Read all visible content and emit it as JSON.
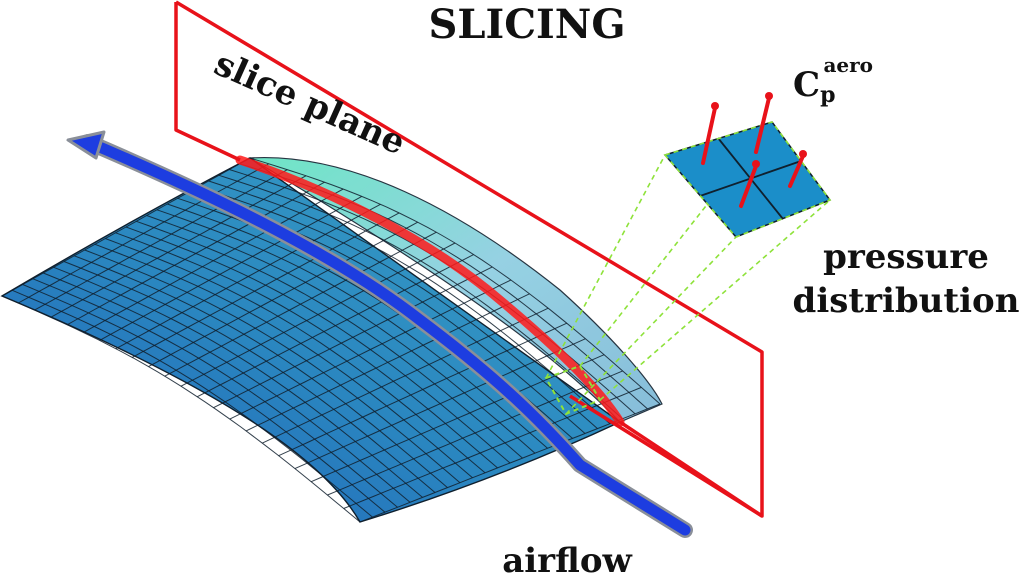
{
  "title": "SLICING",
  "labels": {
    "slice_plane": "slice plane",
    "cp_main": "C",
    "cp_sub": "p",
    "cp_sup": "aero",
    "pressure": "pressure",
    "distribution": "distribution",
    "airflow": "airflow"
  },
  "colors": {
    "surface": "#2a86c0",
    "surface_highlight": "#7fc9d8",
    "surface_accent": "#5fe3c0",
    "edge_dark": "#1a5aa0",
    "mesh": "#10202e",
    "slice_plane": "#e8121a",
    "slice_line": "#ff1a1a",
    "airflow_fill": "#1d3de0",
    "airflow_edge": "#8a8f99",
    "pressure_patch": "#1b8ec9",
    "leader": "#8ee23a",
    "vector": "#e8121a"
  },
  "icons": [
    "airflow-arrow-icon",
    "pressure-vector-icon"
  ]
}
